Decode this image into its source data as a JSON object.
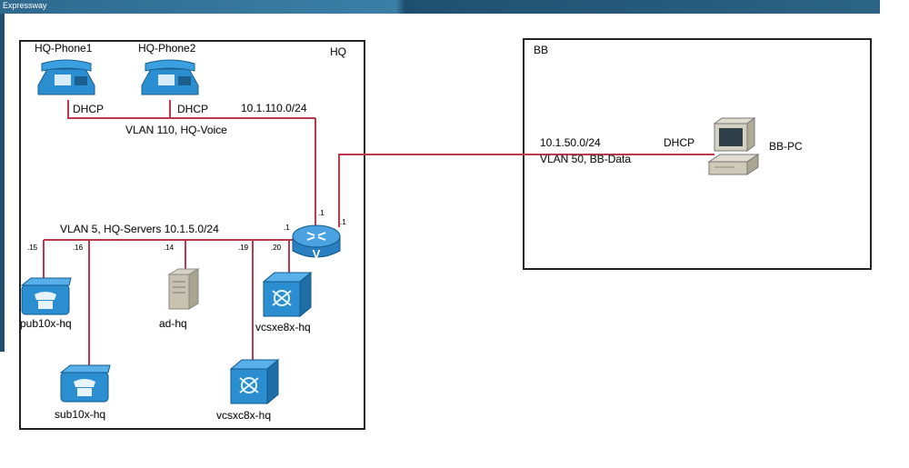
{
  "window": {
    "title": "Expressway"
  },
  "sites": {
    "hq": {
      "label": "HQ"
    },
    "bb": {
      "label": "BB"
    }
  },
  "devices": {
    "hq_phone1": "HQ-Phone1",
    "hq_phone2": "HQ-Phone2",
    "bb_pc": "BB-PC",
    "pub": "pub10x-hq",
    "sub": "sub10x-hq",
    "ad": "ad-hq",
    "vcse": "vcsxe8x-hq",
    "vcsc": "vcsxc8x-hq"
  },
  "networks": {
    "voice_dhcp1": "DHCP",
    "voice_dhcp2": "DHCP",
    "voice_subnet": "10.1.110.0/24",
    "voice_vlan": "VLAN 110, HQ-Voice",
    "servers_vlan": "VLAN 5, HQ-Servers  10.1.5.0/24",
    "bb_subnet": "10.1.50.0/24",
    "bb_vlan": "VLAN 50, BB-Data",
    "bb_dhcp": "DHCP"
  },
  "interfaces": {
    "r_voice": ".1",
    "r_bb": ".1",
    "r_servers": ".1",
    "pub": ".15",
    "sub": ".16",
    "ad": ".14",
    "vcsc": ".19",
    "vcse": ".20"
  },
  "colors": {
    "link": "#c0394b",
    "device_blue": "#2a8ed0",
    "title_bar": "#2e6a8e"
  },
  "icons": [
    "ip-phone-icon",
    "router-icon",
    "pc-icon",
    "server-icon",
    "call-manager-icon",
    "vcs-icon"
  ]
}
